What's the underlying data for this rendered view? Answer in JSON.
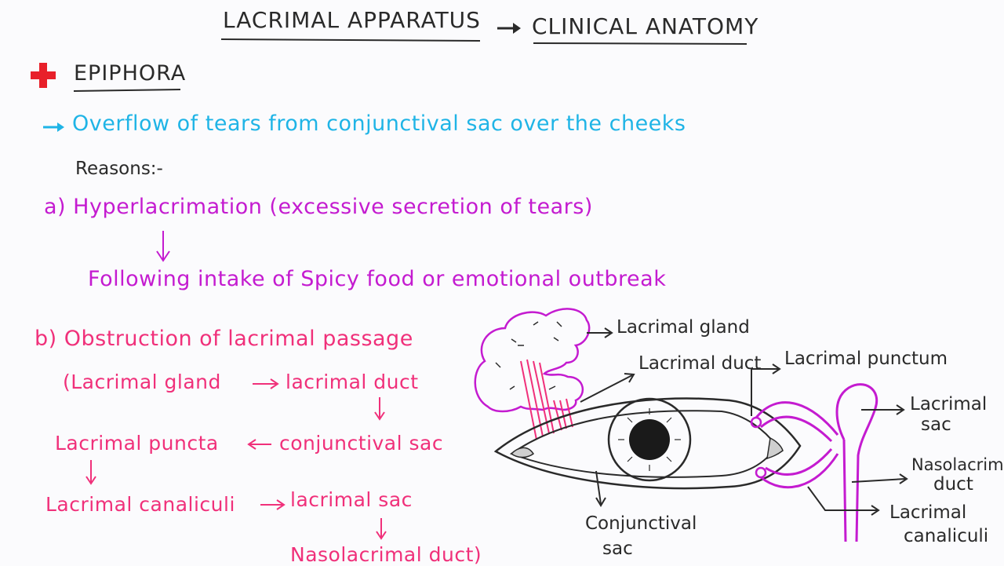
{
  "header": {
    "title_left": "LACRIMAL APPARATUS",
    "title_right": "CLINICAL ANATOMY"
  },
  "section": {
    "heading": "EPIPHORA",
    "definition": "Overflow of tears from conjunctival sac over the cheeks",
    "reasons_label": "Reasons:-"
  },
  "reason_a": {
    "text": "a) Hyperlacrimation (excessive secretion of tears)",
    "cause": "Following intake of Spicy food or emotional outbreak"
  },
  "reason_b": {
    "heading": "b) Obstruction of lacrimal passage",
    "flow": {
      "lacrimal_gland": "(Lacrimal gland",
      "lacrimal_duct": "lacrimal duct",
      "conjunctival_sac": "conjunctival sac",
      "lacrimal_puncta": "Lacrimal puncta",
      "lacrimal_canaliculi": "Lacrimal canaliculi",
      "lacrimal_sac": "lacrimal sac",
      "nasolacrimal_duct": "Nasolacrimal duct)"
    }
  },
  "diagram_labels": {
    "lacrimal_gland": "Lacrimal gland",
    "lacrimal_duct": "Lacrimal duct",
    "lacrimal_punctum": "Lacrimal punctum",
    "lacrimal_sac_1": "Lacrimal",
    "lacrimal_sac_2": "sac",
    "nasolacrimal_1": "Nasolacrimal",
    "nasolacrimal_2": "duct",
    "canaliculi_1": "Lacrimal",
    "canaliculi_2": "canaliculi",
    "conjunctival_1": "Conjunctival",
    "conjunctival_2": "sac"
  },
  "colors": {
    "ink": "#2a2a2a",
    "purple": "#c41bd0",
    "pink": "#f0307a",
    "cyan": "#1fb4e6",
    "red_cross": "#e8202a"
  }
}
